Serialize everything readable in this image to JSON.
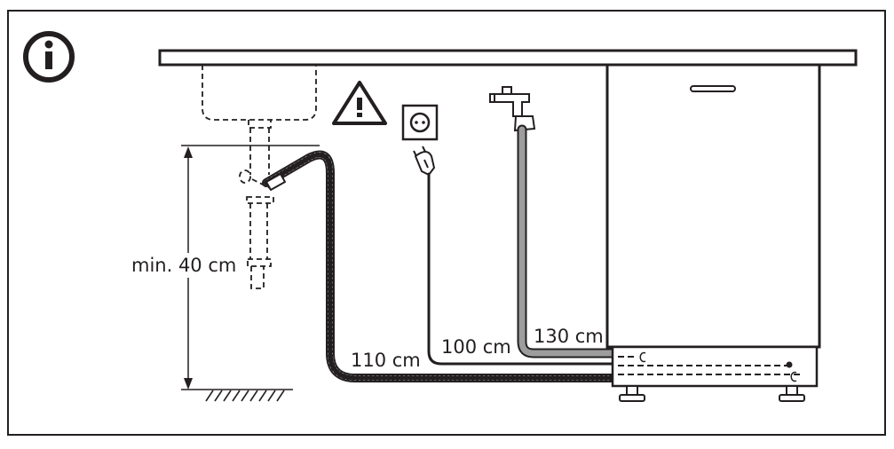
{
  "labels": {
    "min_height": "min. 40 cm",
    "drain_hose": "110 cm",
    "power_cable": "100 cm",
    "water_hose": "130 cm"
  },
  "icons": {
    "info": "info-icon",
    "warning": "warning-triangle-icon",
    "socket": "power-socket-icon",
    "tap": "water-tap-icon",
    "plug": "power-plug-icon",
    "floor": "floor-hatch-icon"
  },
  "colors": {
    "stroke": "#231f20",
    "water_hose": "#9d9d9d",
    "background": "#ffffff"
  }
}
